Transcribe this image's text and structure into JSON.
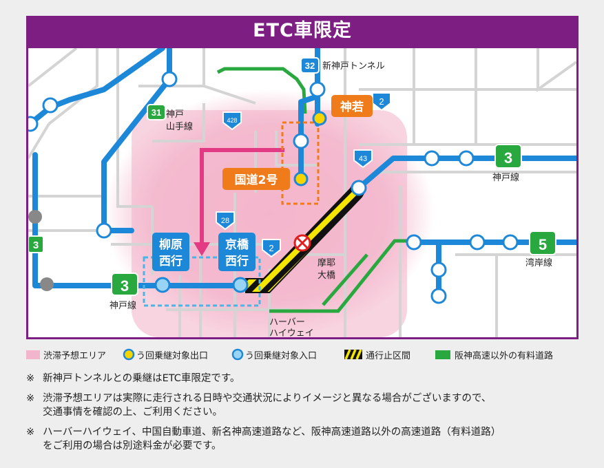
{
  "title": "ETC車限定",
  "colors": {
    "purple": "#7d1e83",
    "blue": "#1e88d8",
    "green": "#2aa840",
    "pink": "#f3b5cb",
    "orange": "#ef7b1a",
    "gray_road": "#d4d4d4"
  },
  "map": {
    "tunnel": "新神戸トンネル",
    "route_32": "32",
    "route_31": "31",
    "route_428": "428",
    "route_43": "43",
    "route_28": "28",
    "route_2a": "2",
    "route_2b": "2",
    "route_3_left": "3",
    "route_3_right": "3",
    "route_3_bottom": "3",
    "route_5": "5",
    "kobe_yamate_line_1": "神戸",
    "kobe_yamate_line_2": "山手線",
    "kobe_line_right": "神戸線",
    "kobe_line_bottom": "神戸線",
    "wangan_line": "湾岸線",
    "kamiwaka": "神若",
    "kokudo2": "国道2号",
    "yanagihara_1": "柳原",
    "yanagihara_2": "西行",
    "kyobashi_1": "京橋",
    "kyobashi_2": "西行",
    "maya_1": "摩耶",
    "maya_2": "大橋",
    "harbor_1": "ハーバー",
    "harbor_2": "ハイウェイ"
  },
  "legend": {
    "congestion": "渋滞予想エリア",
    "exit": "う回乗継対象出口",
    "entrance": "う回乗継対象入口",
    "closed": "通行止区間",
    "toll_road": "阪神高速以外の有料道路"
  },
  "notes": [
    {
      "mark": "※",
      "lines": [
        "新神戸トンネルとの乗継はETC車限定です。"
      ]
    },
    {
      "mark": "※",
      "lines": [
        "渋滞予想エリアは実際に走行される日時や交通状況によりイメージと異なる場合がございますので、",
        "交通事情を確認の上、ご利用ください。"
      ]
    },
    {
      "mark": "※",
      "lines": [
        "ハーバーハイウェイ、中国自動車道、新名神高速道路など、阪神高速道路以外の高速道路（有料道路）",
        "をご利用の場合は別途料金が必要です。"
      ]
    }
  ]
}
